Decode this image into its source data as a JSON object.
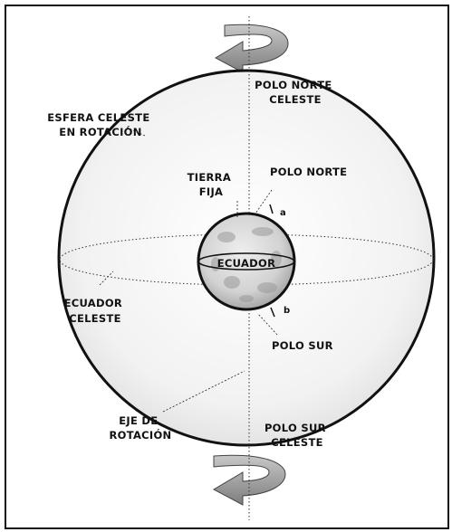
{
  "labels": {
    "polo_norte_celeste": [
      "POLO NORTE",
      "CELESTE"
    ],
    "esfera_celeste": [
      "ESFERA CELESTE",
      "EN ROTACIÓN"
    ],
    "tierra_fija": [
      "TIERRA",
      "FIJA"
    ],
    "polo_norte": "POLO NORTE",
    "a": "a",
    "ecuador": "ECUADOR",
    "ecuador_celeste": [
      "ECUADOR",
      "CELESTE"
    ],
    "b": "b",
    "polo_sur": "POLO SUR",
    "eje_rotacion": [
      "EJE DE",
      "ROTACIÓN"
    ],
    "polo_sur_celeste": [
      "POLO SUR",
      "CELESTE"
    ]
  },
  "icons": {
    "top_arrow": "rotation-arrow-icon",
    "bottom_arrow": "rotation-arrow-icon"
  },
  "colors": {
    "arrow_fill": "#9a9a9a",
    "sphere_fill": "#f4f4f4",
    "earth_fill": "#d8d8d8",
    "line": "#111111"
  }
}
